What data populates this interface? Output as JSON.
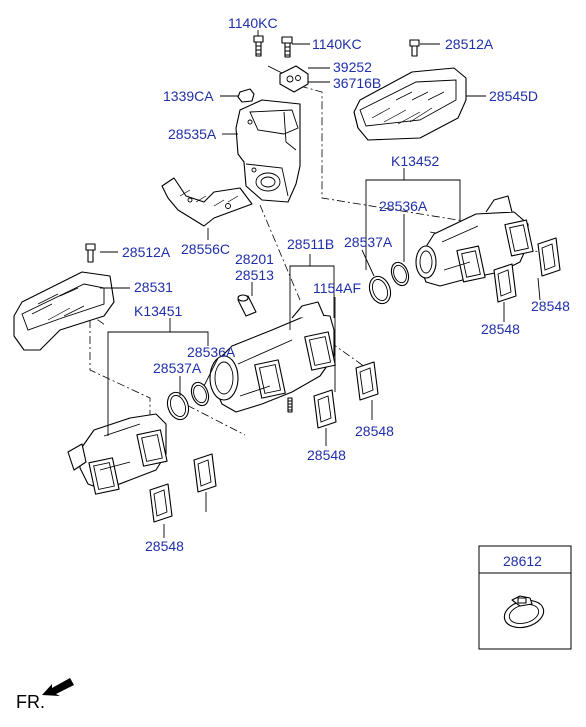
{
  "diagram": {
    "labels": {
      "p1140KC_a": "1140KC",
      "p1140KC_b": "1140KC",
      "p28512A_top": "28512A",
      "p39252": "39252",
      "p36716B": "36716B",
      "p1339CA": "1339CA",
      "p28545D": "28545D",
      "p28535A": "28535A",
      "pK13452": "K13452",
      "p28536A_right": "28536A",
      "p28556C": "28556C",
      "p28537A_right": "28537A",
      "p28511B": "28511B",
      "p28201": "28201",
      "p28513": "28513",
      "p28512A_left": "28512A",
      "p28531": "28531",
      "p1154AF": "1154AF",
      "pK13451": "K13451",
      "p28536A_left": "28536A",
      "p28537A_left": "28537A",
      "p28548_r1": "28548",
      "p28548_r2": "28548",
      "p28548_c": "28548",
      "p28548_c2": "28548",
      "p28548_l": "28548",
      "p28612": "28612"
    },
    "fr_label": "FR."
  }
}
